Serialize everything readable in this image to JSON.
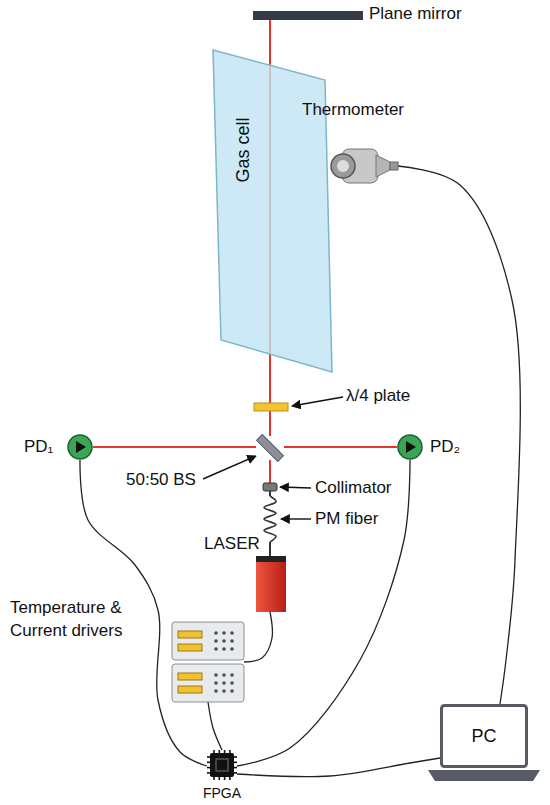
{
  "diagram": {
    "nodes": [
      {
        "text": [
          "Plane mirror"
        ]
      },
      {
        "text": [
          "Gas cell"
        ]
      },
      {
        "text": [
          "Thermometer"
        ]
      },
      {
        "text": [
          "λ/4 plate"
        ]
      },
      {
        "text": [
          "PD₁"
        ]
      },
      {
        "text": [
          "50:50 BS"
        ]
      },
      {
        "text": [
          "PD₂"
        ]
      },
      {
        "text": [
          "Collimator"
        ]
      },
      {
        "text": [
          "PM fiber"
        ]
      },
      {
        "text": [
          "LASER"
        ]
      },
      {
        "text": [
          "Temperature & Current drivers"
        ]
      },
      {
        "text": [
          "FPGA"
        ]
      },
      {
        "text": [
          "PC"
        ]
      }
    ],
    "edges": [
      {
        "from": 1,
        "to": 0,
        "arrow": "none"
      },
      {
        "from": 3,
        "to": 1,
        "arrow": "none"
      },
      {
        "from": 5,
        "to": 3,
        "arrow": "none"
      },
      {
        "from": 7,
        "to": 5,
        "arrow": "none"
      },
      {
        "from": 8,
        "to": 7,
        "arrow": "none"
      },
      {
        "from": 9,
        "to": 8,
        "arrow": "none"
      },
      {
        "from": 5,
        "to": 4,
        "arrow": "none"
      },
      {
        "from": 5,
        "to": 6,
        "arrow": "none"
      },
      {
        "from": 4,
        "to": 11,
        "arrow": "none"
      },
      {
        "from": 6,
        "to": 11,
        "arrow": "none"
      },
      {
        "from": 9,
        "to": 10,
        "arrow": "none"
      },
      {
        "from": 10,
        "to": 11,
        "arrow": "none"
      },
      {
        "from": 11,
        "to": 12,
        "arrow": "none"
      },
      {
        "from": 2,
        "to": 12,
        "arrow": "none"
      }
    ]
  }
}
